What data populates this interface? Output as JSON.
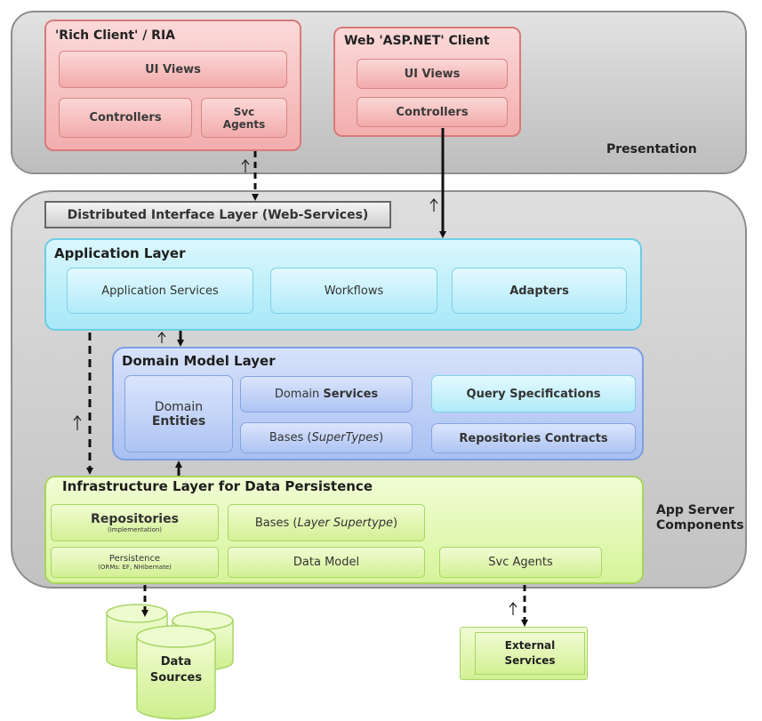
{
  "presentation": {
    "label": "Presentation",
    "rich_client": {
      "title": "'Rich Client' / RIA",
      "ui_views": "UI Views",
      "controllers": "Controllers",
      "svc_agents": "Svc Agents"
    },
    "web_client": {
      "title": "Web 'ASP.NET' Client",
      "ui_views": "UI Views",
      "controllers": "Controllers"
    }
  },
  "distributed_layer": {
    "label": "Distributed Interface Layer (Web-Services)"
  },
  "application_layer": {
    "title": "Application Layer",
    "items": [
      "Application Services",
      "Workflows",
      "Adapters"
    ]
  },
  "domain_layer": {
    "title": "Domain Model Layer",
    "entities_line1": "Domain",
    "entities_line2": "Entities",
    "domain_services_prefix": "Domain ",
    "domain_services_bold": "Services",
    "bases_prefix": "Bases (",
    "bases_italic": "SuperTypes",
    "bases_suffix": ")",
    "query_specifications": "Query Specifications",
    "repositories_contracts": "Repositories Contracts"
  },
  "infrastructure_layer": {
    "title": "Infrastructure Layer for Data Persistence",
    "repositories": "Repositories",
    "repositories_sub": "(Implementation)",
    "persistence": "Persistence",
    "persistence_sub": "(ORMs: EF, NHibernate)",
    "bases_prefix": "Bases (",
    "bases_italic": "Layer Supertype",
    "bases_suffix": ")",
    "data_model": "Data Model",
    "svc_agents": "Svc Agents"
  },
  "app_server": {
    "label_line1": "App Server",
    "label_line2": "Components"
  },
  "data_sources": {
    "line1": "Data",
    "line2": "Sources"
  },
  "external_services": {
    "line1": "External",
    "line2": "Services"
  },
  "colors": {
    "presentation": "#d0d0d0",
    "pink": "#f5b5b5",
    "cyan": "#b3eaf8",
    "blue": "#b1c6f3",
    "green": "#daf49f"
  }
}
